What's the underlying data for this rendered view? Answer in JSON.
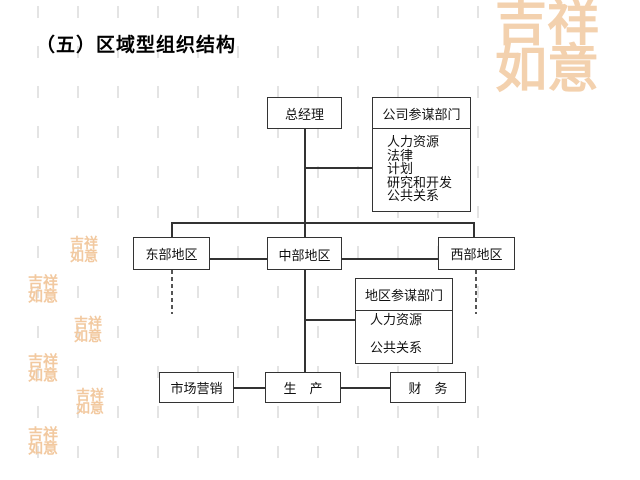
{
  "slide": {
    "title": "（五）区域型组织结构"
  },
  "decoration": {
    "stamp_text": "吉祥如意"
  },
  "chart": {
    "general_manager": "总经理",
    "corporate_staff": {
      "header": "公司参谋部门",
      "items": [
        "人力资源",
        "法律",
        "计划",
        "研究和开发",
        "公共关系"
      ]
    },
    "regions": {
      "east": "东部地区",
      "central": "中部地区",
      "west": "西部地区"
    },
    "regional_staff": {
      "header": "地区参谋部门",
      "items": [
        "人力资源",
        "公共关系"
      ]
    },
    "functions": {
      "marketing": "市场营销",
      "production": "生　产",
      "finance": "财　务"
    }
  },
  "colors": {
    "stamp": "#f2c9a0",
    "line": "#333333"
  }
}
